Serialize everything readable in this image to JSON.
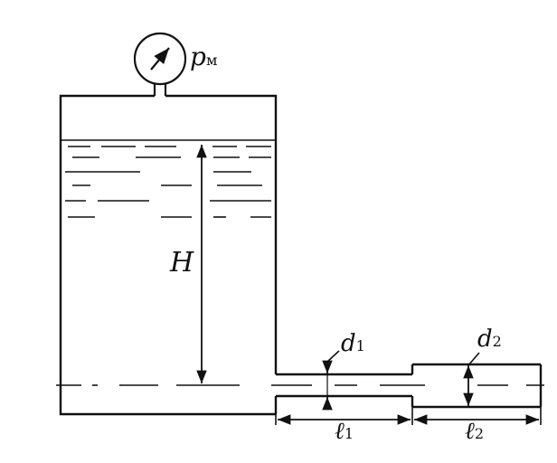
{
  "labels": {
    "gauge_symbol": "p",
    "gauge_subscript": "м",
    "height": "H",
    "d1_symbol": "d",
    "d1_subscript": "1",
    "d2_symbol": "d",
    "d2_subscript": "2",
    "l1_symbol": "ℓ",
    "l1_subscript": "1",
    "l2_symbol": "ℓ",
    "l2_subscript": "2"
  },
  "colors": {
    "line": "#111111",
    "background": "#ffffff"
  }
}
